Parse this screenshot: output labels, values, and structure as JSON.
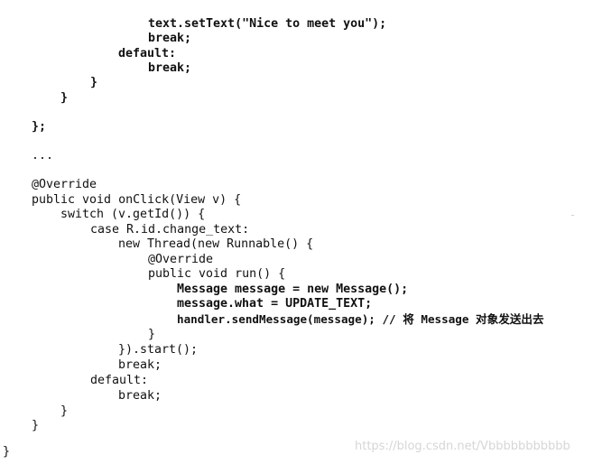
{
  "code": {
    "lines": [
      {
        "text": "text.setText(\"Nice to meet you\");",
        "bold": true
      },
      {
        "text": "break;",
        "bold": true
      },
      {
        "text": "default:",
        "bold": true
      },
      {
        "text": "break;",
        "bold": true
      },
      {
        "text": "}",
        "bold": true
      },
      {
        "text": "}",
        "bold": true
      },
      {
        "text": "};",
        "bold": true
      },
      {
        "text": "...",
        "bold": false
      },
      {
        "text": "@Override",
        "bold": false
      },
      {
        "text": "public void onClick(View v) {",
        "bold": false
      },
      {
        "text": "switch (v.getId()) {",
        "bold": false
      },
      {
        "text": "case R.id.change_text:",
        "bold": false
      },
      {
        "text": "new Thread(new Runnable() {",
        "bold": false
      },
      {
        "text": "@Override",
        "bold": false
      },
      {
        "text": "public void run() {",
        "bold": false
      },
      {
        "text": "Message message = new Message();",
        "bold": true
      },
      {
        "text": "message.what = UPDATE_TEXT;",
        "bold": true
      },
      {
        "text": "handler.sendMessage(message); // 将 Message 对象发送出去",
        "bold": true
      },
      {
        "text": "}",
        "bold": false
      },
      {
        "text": "}).start();",
        "bold": false
      },
      {
        "text": "break;",
        "bold": false
      },
      {
        "text": "default:",
        "bold": false
      },
      {
        "text": "break;",
        "bold": false
      },
      {
        "text": "}",
        "bold": false
      },
      {
        "text": "}",
        "bold": false
      },
      {
        "text": "}",
        "bold": false
      }
    ]
  },
  "watermark": "https://blog.csdn.net/Vbbbbbbbbbbb"
}
